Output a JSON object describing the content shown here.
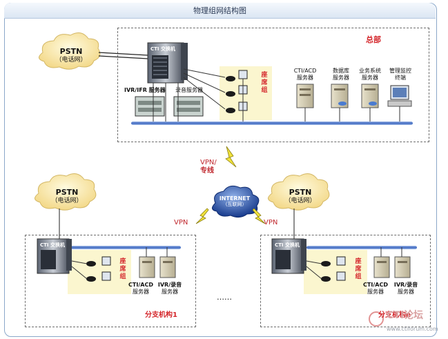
{
  "title": "物理组网结构图",
  "hq": {
    "name": "总部",
    "cti_switch": "CTI 交换机",
    "ivr_ifr": "IVR/IFR 服务器",
    "recording": "录音服务器",
    "seat_group": "座席组",
    "servers": [
      {
        "name": "CTI/ACD服务器",
        "l1": "CTI/ACD",
        "l2": "服务器"
      },
      {
        "name": "数据库服务器",
        "l1": "数据库",
        "l2": "服务器"
      },
      {
        "name": "业务系统服务器",
        "l1": "业务系统",
        "l2": "服务器"
      },
      {
        "name": "管理监控终端",
        "l1": "管理监控",
        "l2": "终端"
      }
    ]
  },
  "pstn": {
    "l1": "PSTN",
    "l2": "（电话网）"
  },
  "network": {
    "vpn_dedicated_l1": "VPN/",
    "vpn_dedicated_l2": "专线",
    "internet_l1": "INTERNET",
    "internet_l2": "（互联网）",
    "vpn": "VPN",
    "ellipsis": "……"
  },
  "branch1": {
    "name": "分支机构1",
    "cti_switch": "CTI 交换机",
    "seat_group": "座席组",
    "cti_acd_l1": "CTI/ACD",
    "cti_acd_l2": "服务器",
    "ivr_l1": "IVR/录音",
    "ivr_l2": "服务器"
  },
  "branch2": {
    "name": "分支机构n",
    "cti_switch": "CTI 交换机",
    "seat_group": "座席组",
    "cti_acd_l1": "CTI/ACD",
    "cti_acd_l2": "服务器",
    "ivr_l1": "IVR/录音",
    "ivr_l2": "服务器"
  },
  "watermark": {
    "logo": "CTI论坛",
    "url": "www.ctiforum.com"
  }
}
